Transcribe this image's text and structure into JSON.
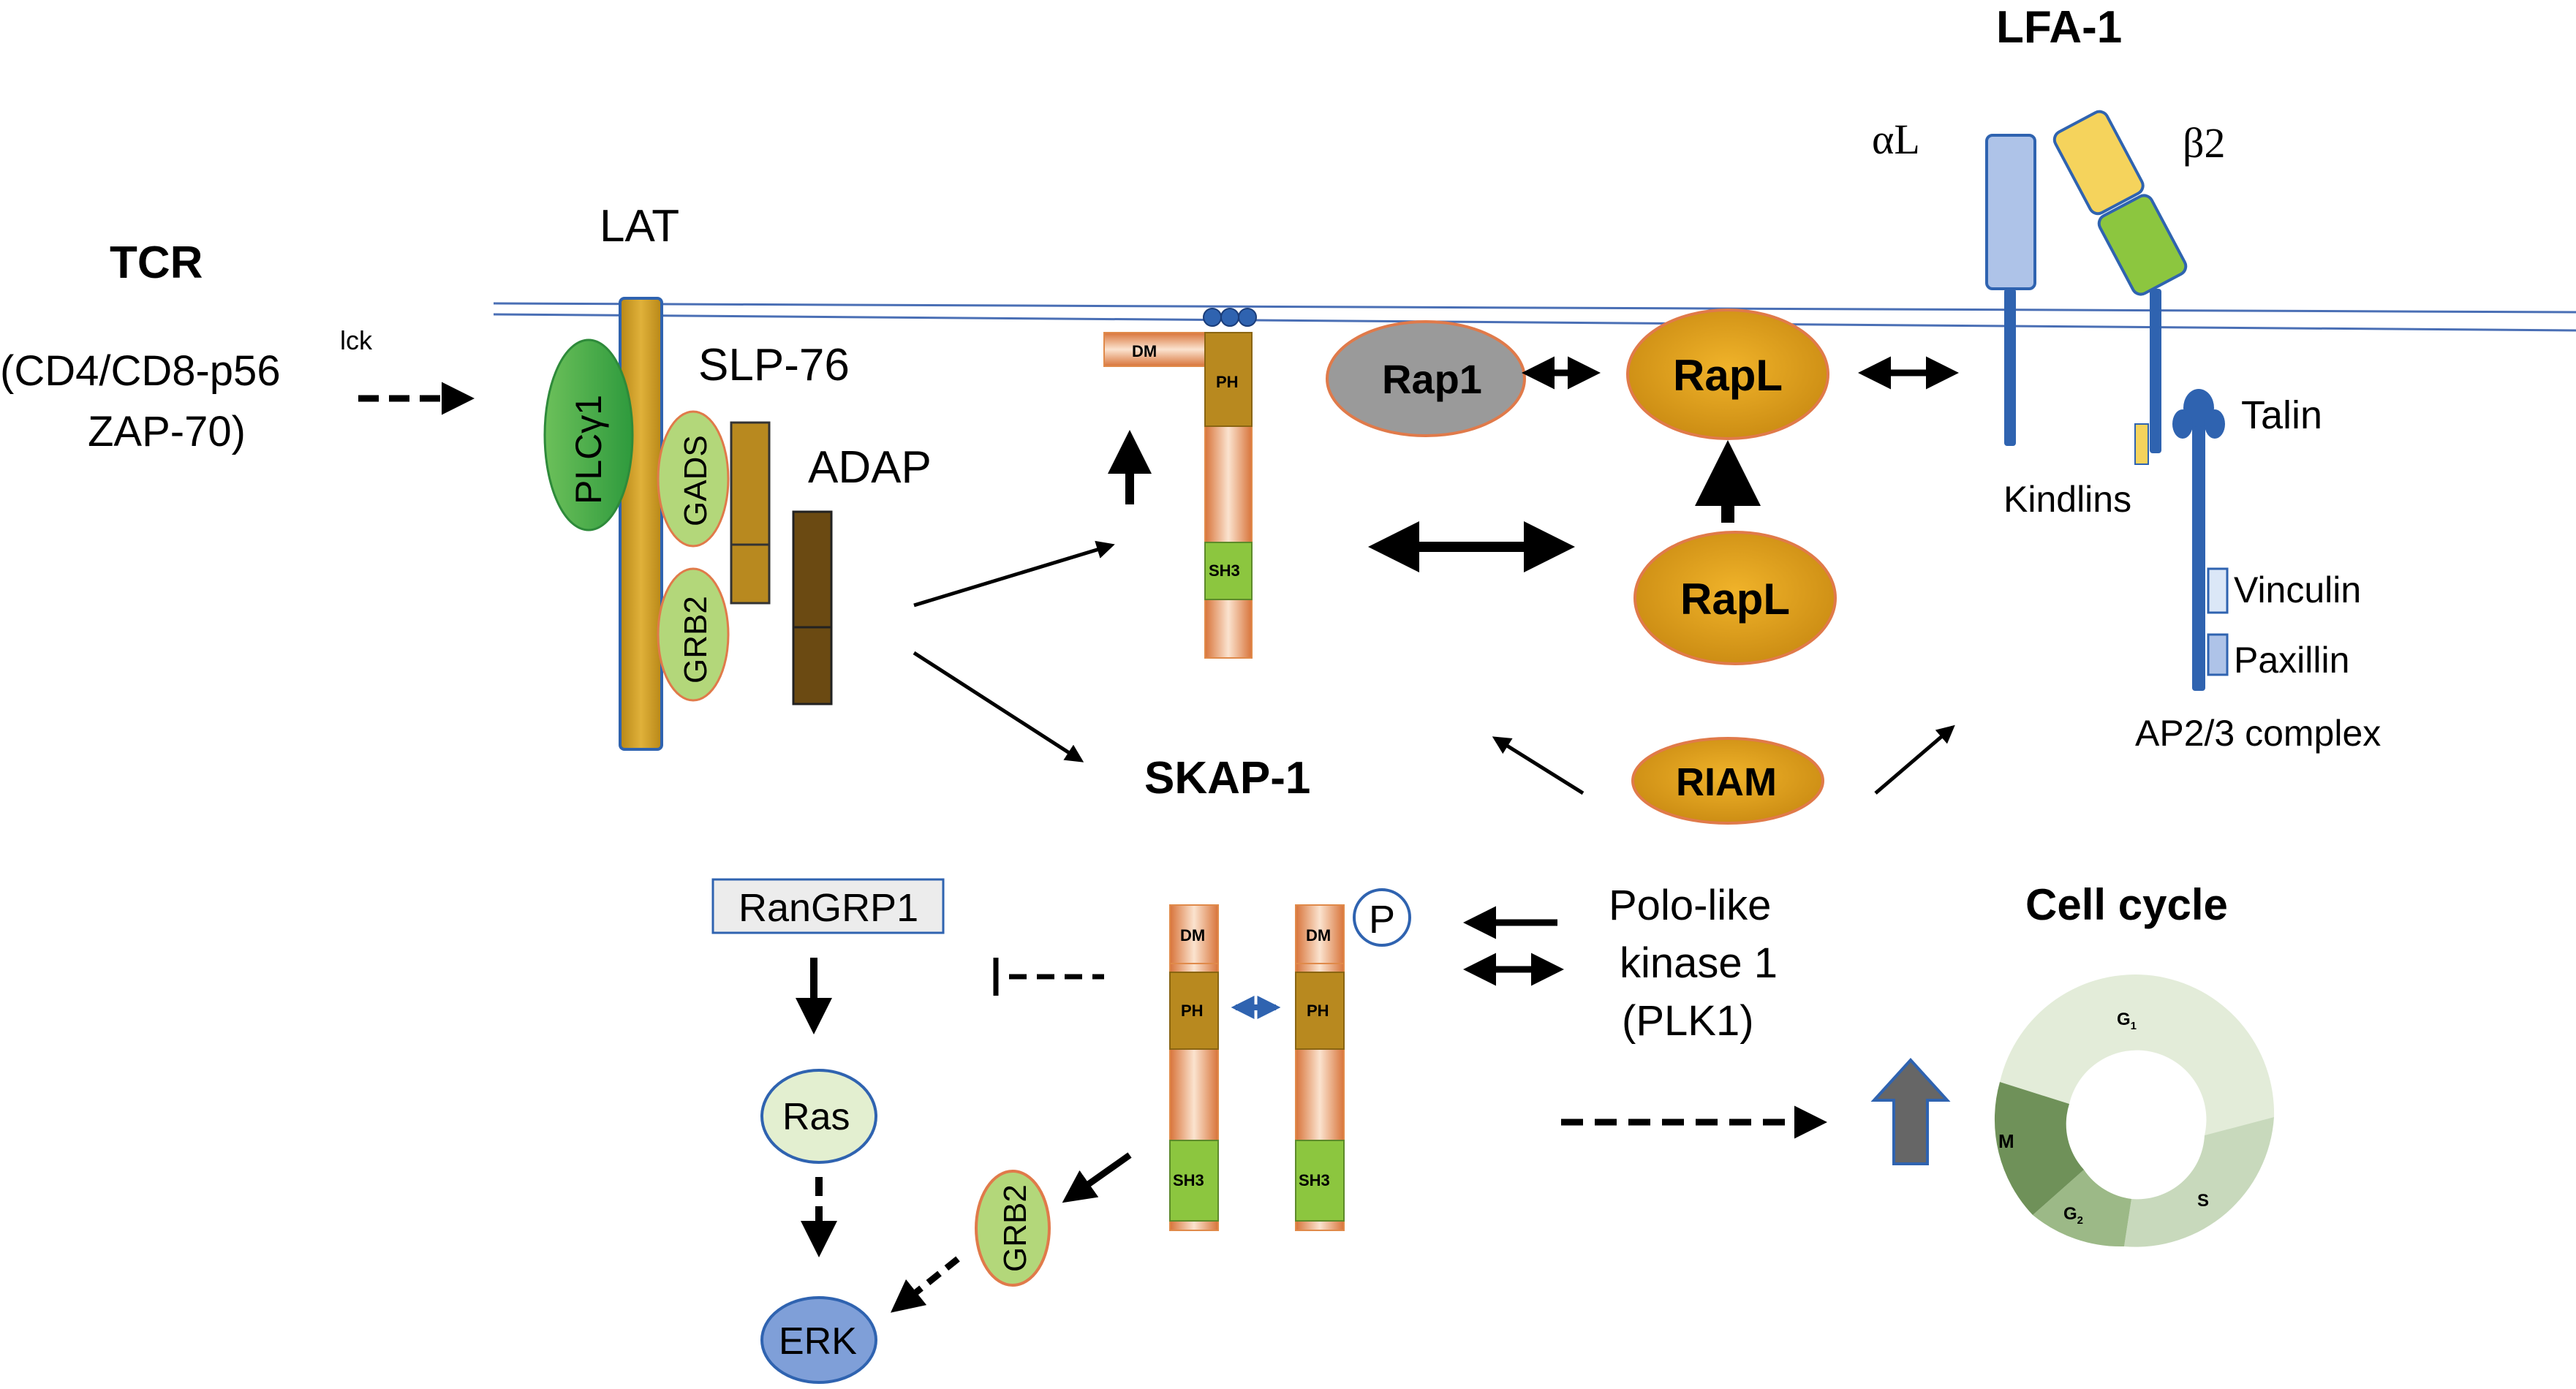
{
  "labels": {
    "tcr": "TCR",
    "tcr_sub1": "(CD4/CD8-p56",
    "tcr_sup": "lck",
    "tcr_sub2": "ZAP-70)",
    "lat": "LAT",
    "slp76": "SLP-76",
    "adap": "ADAP",
    "plcg1": "PLCγ1",
    "gads": "GADS",
    "grb2_upper": "GRB2",
    "skap1": "SKAP-1",
    "rap1": "Rap1",
    "rapl_top": "RapL",
    "rapl_mid": "RapL",
    "riam": "RIAM",
    "lfa1": "LFA-1",
    "alphaL": "αL",
    "beta2": "β2",
    "talin": "Talin",
    "kindlins": "Kindlins",
    "vinculin": "Vinculin",
    "paxillin": "Paxillin",
    "ap23": "AP2/3 complex",
    "rangrp1": "RanGRP1",
    "ras": "Ras",
    "erk": "ERK",
    "grb2_lower": "GRB2",
    "plk1_line1": "Polo-like",
    "plk1_line2": "kinase 1",
    "plk1_line3": "(PLK1)",
    "cell_cycle": "Cell cycle",
    "phospho": "P"
  },
  "domains": {
    "dm": "DM",
    "ph": "PH",
    "sh3": "SH3"
  },
  "cycle_phases": {
    "g1": "G",
    "g1_sub": "1",
    "s": "S",
    "g2": "G",
    "g2_sub": "2",
    "m": "M"
  },
  "colors": {
    "membrane": "#4a6fb5",
    "lat": "#c79a25",
    "plcg": "#3aa845",
    "grb_gads": "#b3d77a",
    "slp76": "#b8891f",
    "adap": "#6b4a12",
    "rap1": "#9a9a9a",
    "rapl": "#d49a1c",
    "alphaL": "#aec3e8",
    "beta2_head": "#f5d35c",
    "beta2_mid": "#8cc63f",
    "integrin_stalk": "#2f63b0",
    "ras": "#e3efd0",
    "erk": "#7f9fd8"
  }
}
